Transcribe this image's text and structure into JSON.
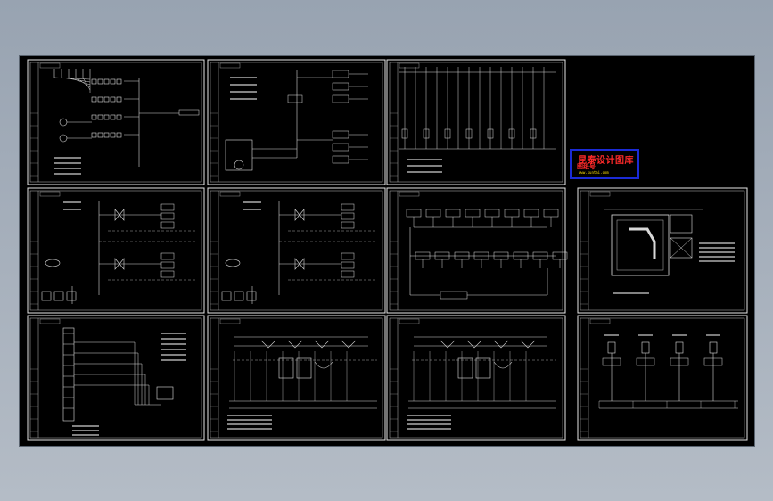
{
  "viewer": {
    "background": "#0a0a0a"
  },
  "colors": {
    "frame": "#e6e6e6",
    "line": "#d8d8d8",
    "accent_red": "#ff2a2a",
    "accent_blue": "#1b2bd6",
    "accent_yellow": "#ffe000"
  },
  "watermark": {
    "title": "昆泰设计图库",
    "subtitle": "图纸号",
    "line": "www.kuntai.com"
  },
  "sheets": [
    {
      "id": "sheet-1",
      "type": "wiring-single-line"
    },
    {
      "id": "sheet-2",
      "type": "panel-schematic"
    },
    {
      "id": "sheet-3",
      "type": "terminal-table"
    },
    {
      "id": "sheet-5",
      "type": "control-circuit"
    },
    {
      "id": "sheet-6",
      "type": "control-circuit"
    },
    {
      "id": "sheet-7",
      "type": "distribution-tree"
    },
    {
      "id": "sheet-8",
      "type": "floor-plan"
    },
    {
      "id": "sheet-9",
      "type": "terminal-wiring"
    },
    {
      "id": "sheet-10",
      "type": "secondary-circuit"
    },
    {
      "id": "sheet-11",
      "type": "secondary-circuit"
    },
    {
      "id": "sheet-12",
      "type": "system-diagram"
    }
  ]
}
